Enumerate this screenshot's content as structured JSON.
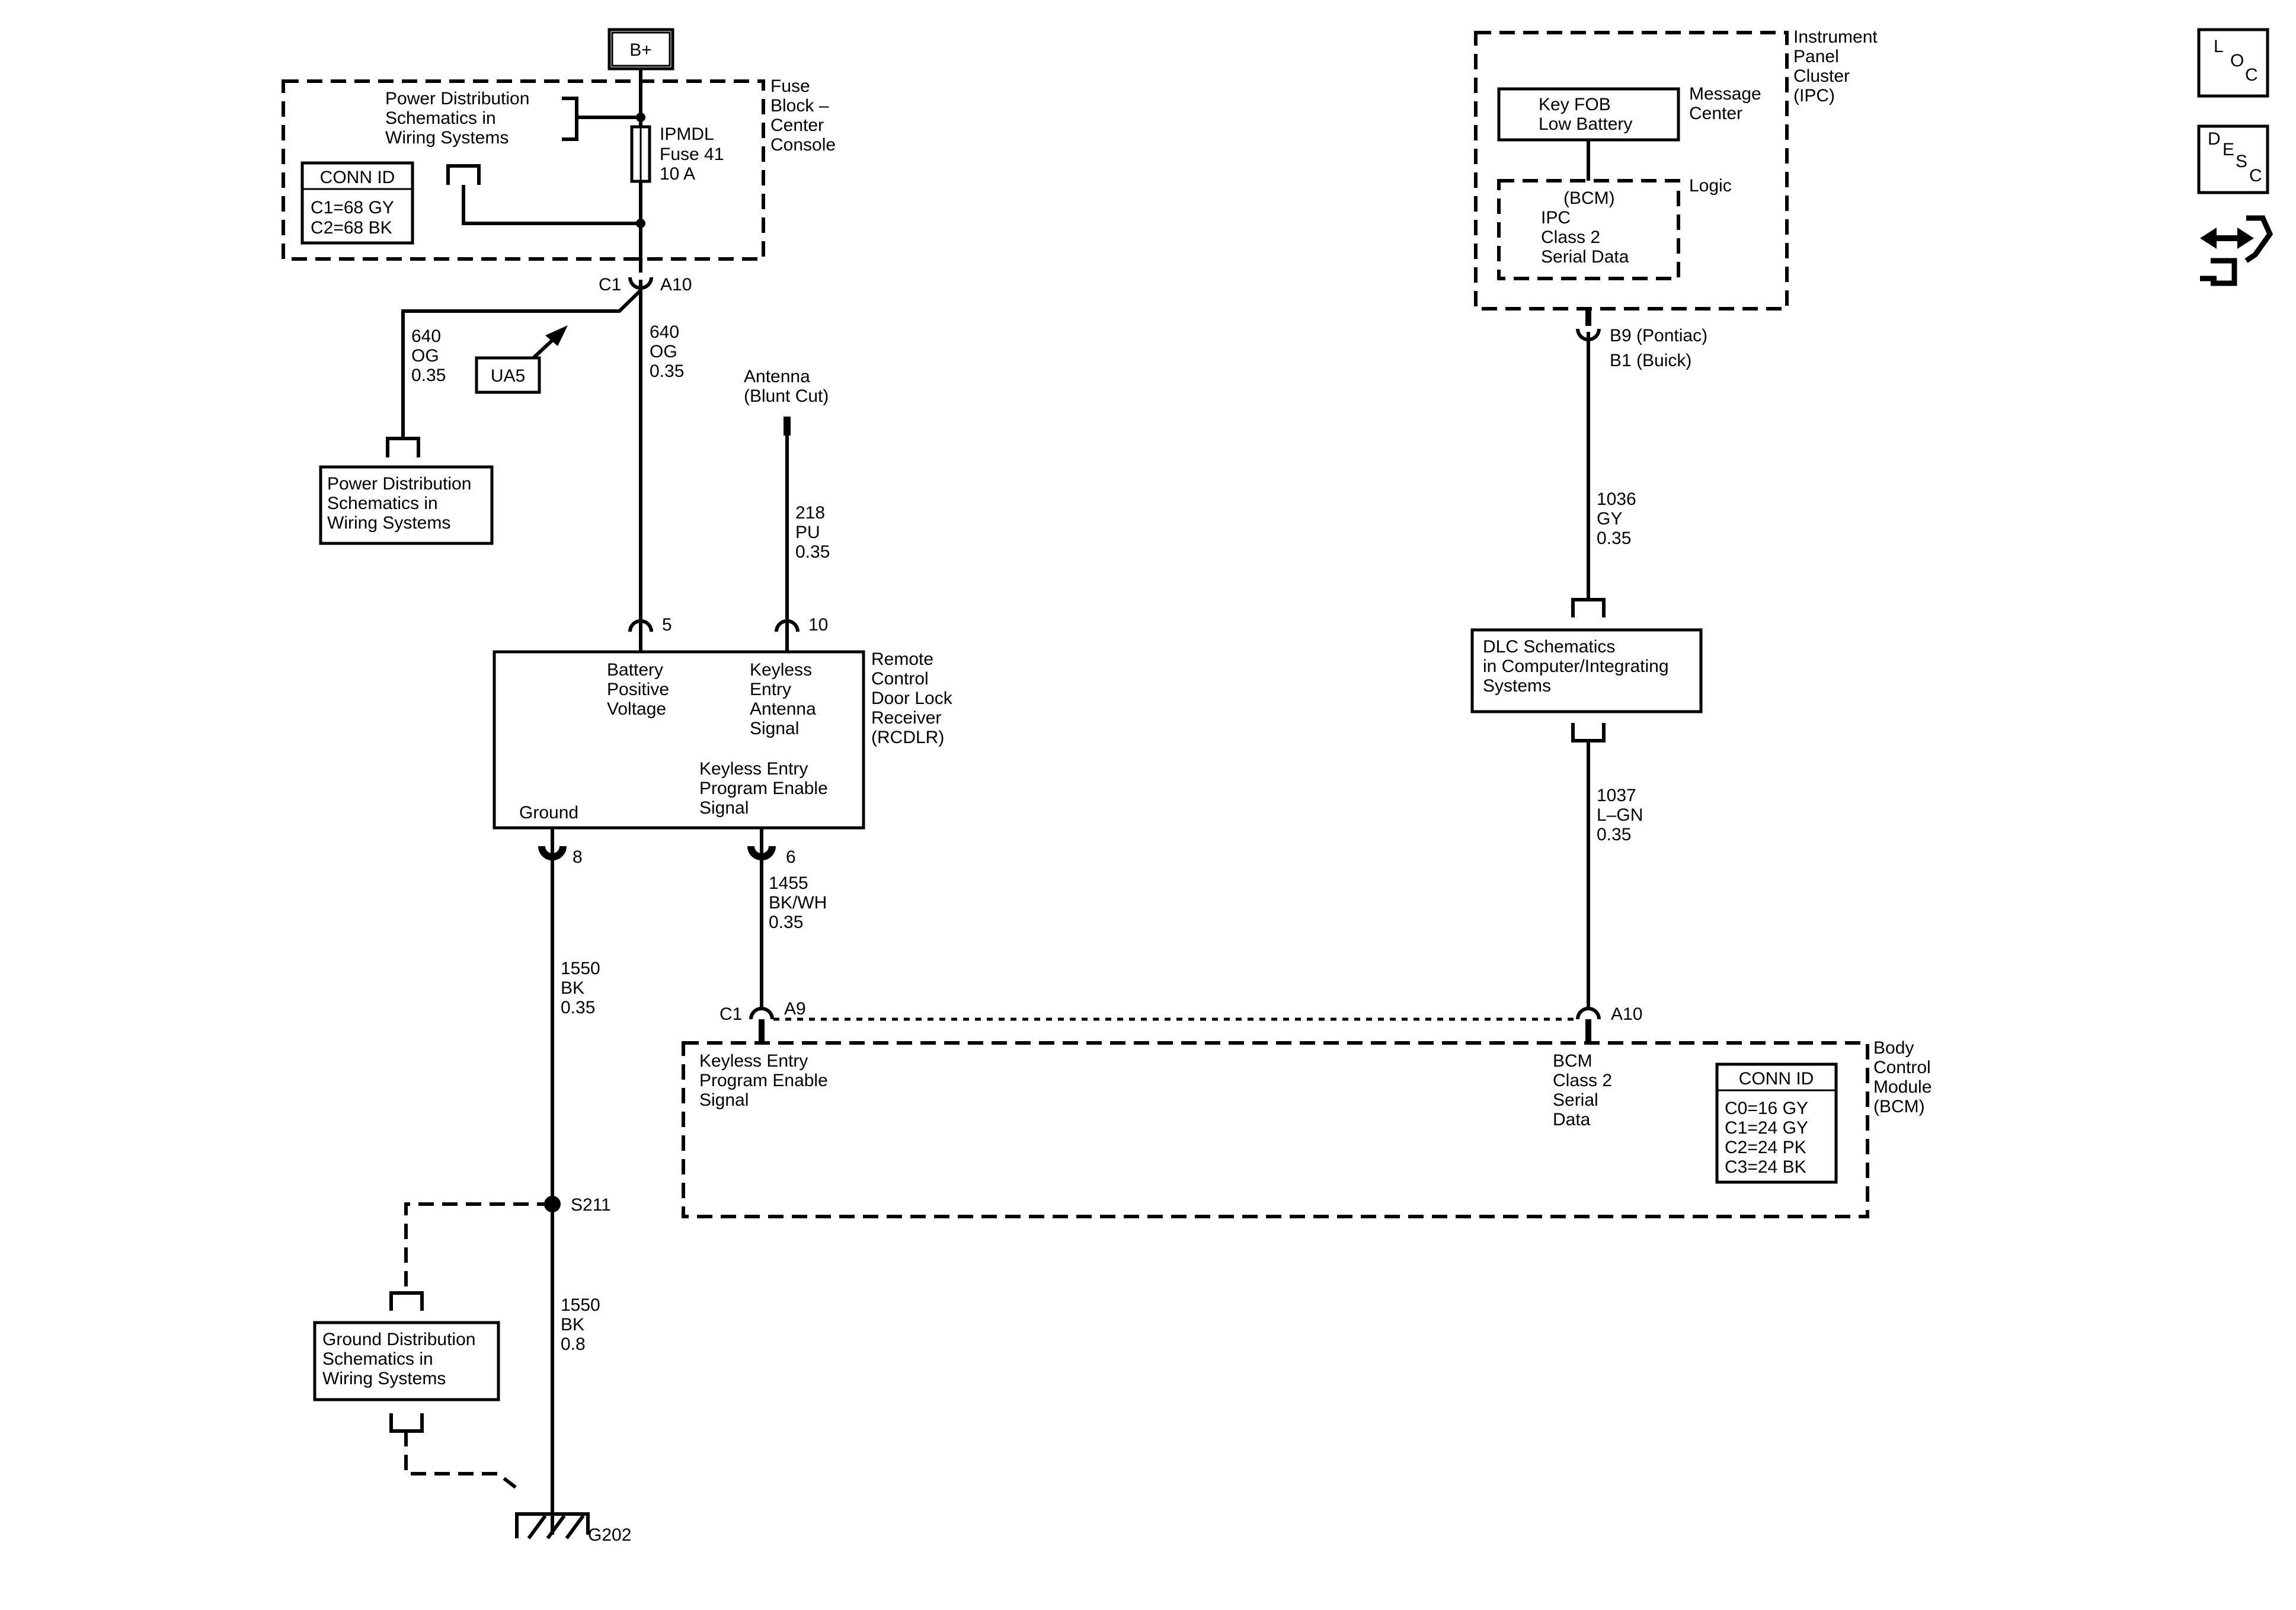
{
  "bplus": "B+",
  "fuse_block": {
    "label": [
      "Fuse",
      "Block –",
      "Center",
      "Console"
    ],
    "power_dist_ref": [
      "Power Distribution",
      "Schematics in",
      "Wiring Systems"
    ],
    "fuse": [
      "IPMDL",
      "Fuse 41",
      "10 A"
    ],
    "conn_id": {
      "title": "CONN ID",
      "rows": [
        "C1=68 GY",
        "C2=68 BK"
      ]
    }
  },
  "connectors": {
    "c1_left": "C1",
    "a10_top": "A10",
    "pin5": "5",
    "pin10": "10",
    "pin8": "8",
    "pin6": "6",
    "c1_bcm": "C1",
    "a9": "A9",
    "a10_bcm": "A10",
    "b9": "B9 (Pontiac)",
    "b1": "B1 (Buick)"
  },
  "wires": {
    "w640_left": [
      "640",
      "OG",
      "0.35"
    ],
    "w640_main": [
      "640",
      "OG",
      "0.35"
    ],
    "w218": [
      "218",
      "PU",
      "0.35"
    ],
    "w1455": [
      "1455",
      "BK/WH",
      "0.35"
    ],
    "w1550_a": [
      "1550",
      "BK",
      "0.35"
    ],
    "w1550_b": [
      "1550",
      "BK",
      "0.8"
    ],
    "w1036": [
      "1036",
      "GY",
      "0.35"
    ],
    "w1037": [
      "1037",
      "L–GN",
      "0.35"
    ]
  },
  "ua5": "UA5",
  "power_dist_box": [
    "Power Distribution",
    "Schematics in",
    "Wiring Systems"
  ],
  "antenna": [
    "Antenna",
    "(Blunt Cut)"
  ],
  "rcdlr": {
    "label": [
      "Remote",
      "Control",
      "Door Lock",
      "Receiver",
      "(RCDLR)"
    ],
    "battery": [
      "Battery",
      "Positive",
      "Voltage"
    ],
    "antenna_signal": [
      "Keyless",
      "Entry",
      "Antenna",
      "Signal"
    ],
    "program_enable": [
      "Keyless Entry",
      "Program Enable",
      "Signal"
    ],
    "ground": "Ground"
  },
  "splice": "S211",
  "ground_ref": [
    "Ground Distribution",
    "Schematics in",
    "Wiring Systems"
  ],
  "ground_point": "G202",
  "ipc": {
    "label": [
      "Instrument",
      "Panel",
      "Cluster",
      "(IPC)"
    ],
    "key_fob": [
      "Key FOB",
      "Low Battery"
    ],
    "message_center": [
      "Message",
      "Center"
    ],
    "logic_label": "Logic",
    "logic": [
      "(BCM)",
      "IPC",
      "Class 2",
      "Serial Data"
    ]
  },
  "dlc": [
    "DLC Schematics",
    "in Computer/Integrating",
    "Systems"
  ],
  "bcm": {
    "label": [
      "Body",
      "Control",
      "Module",
      "(BCM)"
    ],
    "program_enable": [
      "Keyless Entry",
      "Program Enable",
      "Signal"
    ],
    "class2": [
      "BCM",
      "Class 2",
      "Serial",
      "Data"
    ],
    "conn_id": {
      "title": "CONN ID",
      "rows": [
        "C0=16 GY",
        "C1=24 GY",
        "C2=24 PK",
        "C3=24 BK"
      ]
    }
  },
  "side_icons": {
    "loc": [
      "L",
      "O",
      "C"
    ],
    "desc": [
      "D",
      "E",
      "S",
      "C"
    ],
    "connector_icon": "harness-connector-icon"
  }
}
